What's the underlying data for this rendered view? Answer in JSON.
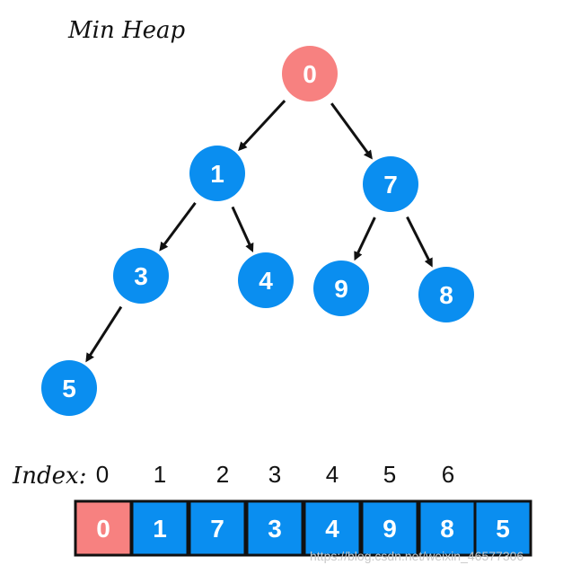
{
  "title": "Min Heap",
  "index_label": "Index:",
  "colors": {
    "root_node": "#f78180",
    "node": "#0a8ef0",
    "cell_root": "#f78180",
    "cell": "#0a8ef0",
    "cell_border": "#111111",
    "arrow": "#111111"
  },
  "tree": {
    "nodes": [
      {
        "id": "n0",
        "value": "0",
        "is_root": true
      },
      {
        "id": "n1",
        "value": "1",
        "is_root": false
      },
      {
        "id": "n2",
        "value": "7",
        "is_root": false
      },
      {
        "id": "n3",
        "value": "3",
        "is_root": false
      },
      {
        "id": "n4",
        "value": "4",
        "is_root": false
      },
      {
        "id": "n5",
        "value": "9",
        "is_root": false
      },
      {
        "id": "n6",
        "value": "8",
        "is_root": false
      },
      {
        "id": "n7",
        "value": "5",
        "is_root": false
      }
    ],
    "edges": [
      {
        "from": "n0",
        "to": "n1"
      },
      {
        "from": "n0",
        "to": "n2"
      },
      {
        "from": "n1",
        "to": "n3"
      },
      {
        "from": "n1",
        "to": "n4"
      },
      {
        "from": "n2",
        "to": "n5"
      },
      {
        "from": "n2",
        "to": "n6"
      },
      {
        "from": "n3",
        "to": "n7"
      }
    ]
  },
  "array": {
    "indices": [
      "0",
      "1",
      "2",
      "3",
      "4",
      "5",
      "6"
    ],
    "cells": [
      "0",
      "1",
      "7",
      "3",
      "4",
      "9",
      "8",
      "5"
    ]
  },
  "watermark": "https://blog.csdn.net/weixin_46577306"
}
